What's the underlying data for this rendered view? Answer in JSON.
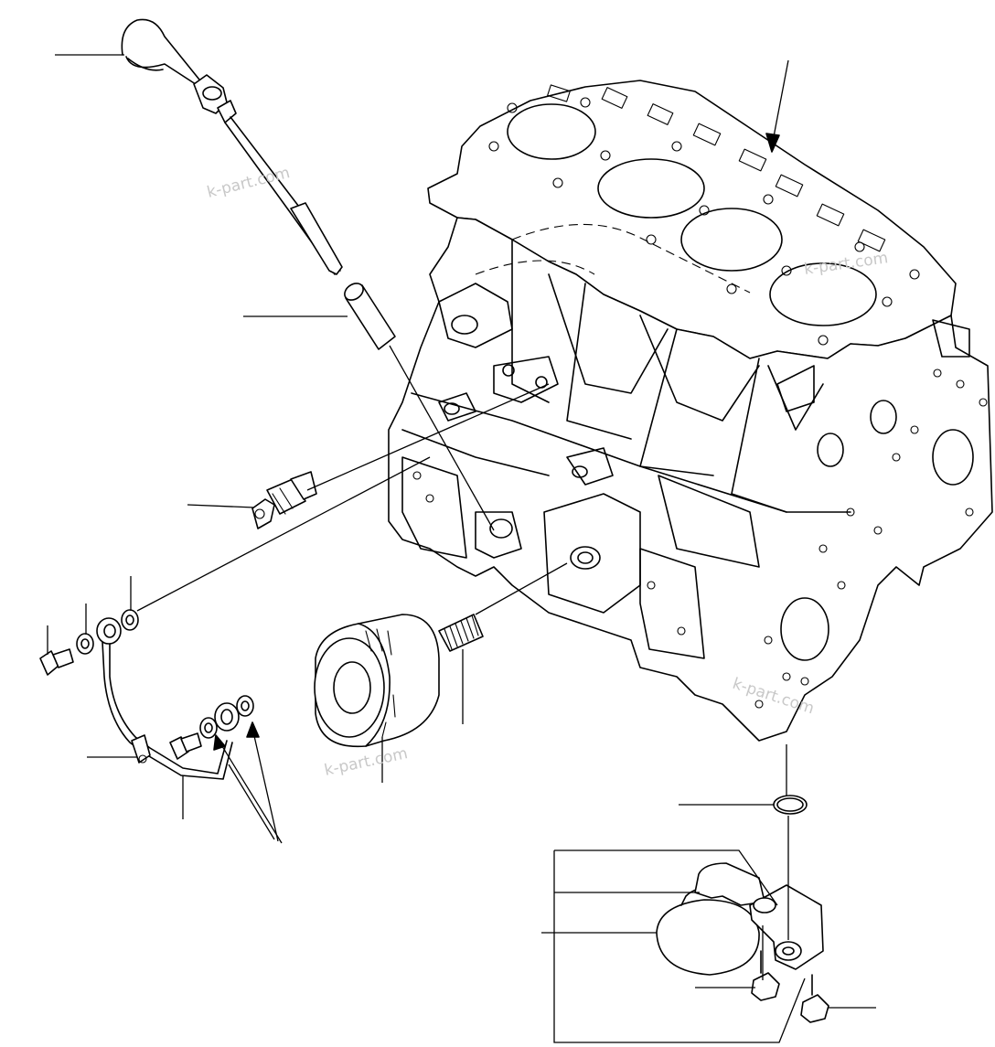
{
  "watermarks": [
    "k-part.com",
    "k-part.com",
    "k-part.com",
    "k-part.com"
  ],
  "diagram": {
    "parts": [
      "oil-level-gauge",
      "gauge-guide-tube",
      "oil-pressure-switch",
      "bolt",
      "washer",
      "pipe-fitting-washer",
      "oil-pipe",
      "pipe-clamp",
      "oil-filter-cartridge",
      "filter-stud",
      "cylinder-block",
      "o-ring",
      "oil-strainer",
      "strainer-bolt"
    ],
    "colors": {
      "line": "#000000",
      "watermark": "#c8c8c8",
      "background": "#ffffff"
    }
  }
}
